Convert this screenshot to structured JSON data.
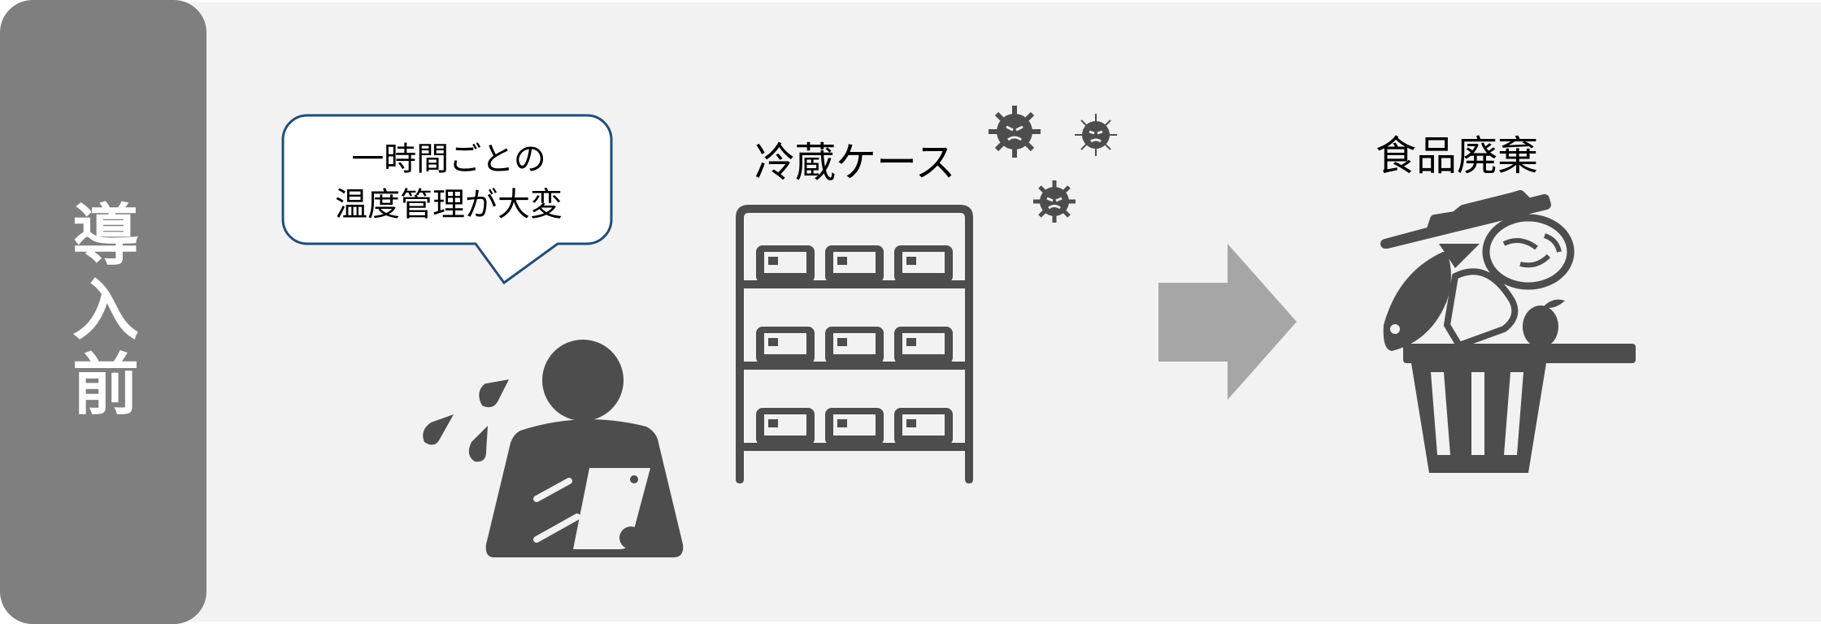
{
  "side_label": [
    "導",
    "入",
    "前"
  ],
  "speech_bubble": {
    "line1": "一時間ごとの",
    "line2": "温度管理が大変"
  },
  "refrigerator_label": "冷蔵ケース",
  "food_waste_label": "食品廃棄",
  "colors": {
    "panel": "#7f7f7f",
    "background": "#f2f2f2",
    "icon": "#4d4d4d",
    "arrow": "#a6a6a6",
    "bubble_border": "#1f4e79"
  }
}
